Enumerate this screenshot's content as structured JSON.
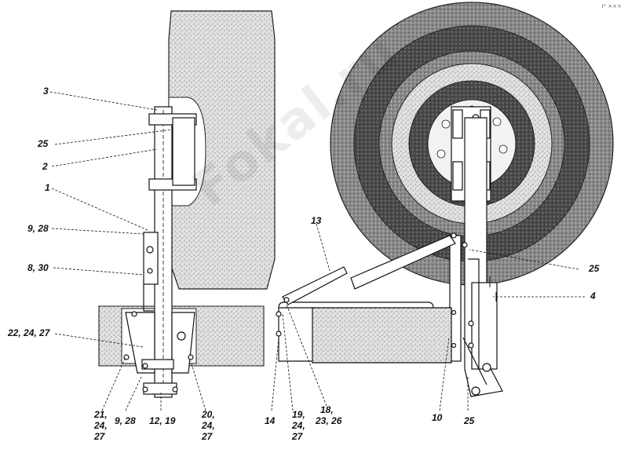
{
  "watermark": "Fokal.ru",
  "corner_mark": "r¹ ×××",
  "callouts": {
    "c3": "3",
    "c25_left": "25",
    "c2": "2",
    "c1": "1",
    "c9_28_left": "9, 28",
    "c8_30": "8, 30",
    "c22_24_27": "22, 24, 27",
    "c21": "21,",
    "c21_24": "24,",
    "c21_27": "27",
    "c9_28_bottom": "9, 28",
    "c12_19": "12, 19",
    "c20": "20,",
    "c20_24": "24,",
    "c20_27": "27",
    "c13": "13",
    "c14": "14",
    "c19": "19,",
    "c19_24": "24,",
    "c19_27": "27",
    "c18": "18,",
    "c18_23_26": "23, 26",
    "c10": "10",
    "c25_bottom": "25",
    "c25_right": "25",
    "c4": "4"
  },
  "colors": {
    "line": "#111111",
    "tire": "#3a3a3a",
    "tire_light": "#9a9a9a",
    "speckle": "#cfcfcf",
    "paper": "#ffffff"
  }
}
